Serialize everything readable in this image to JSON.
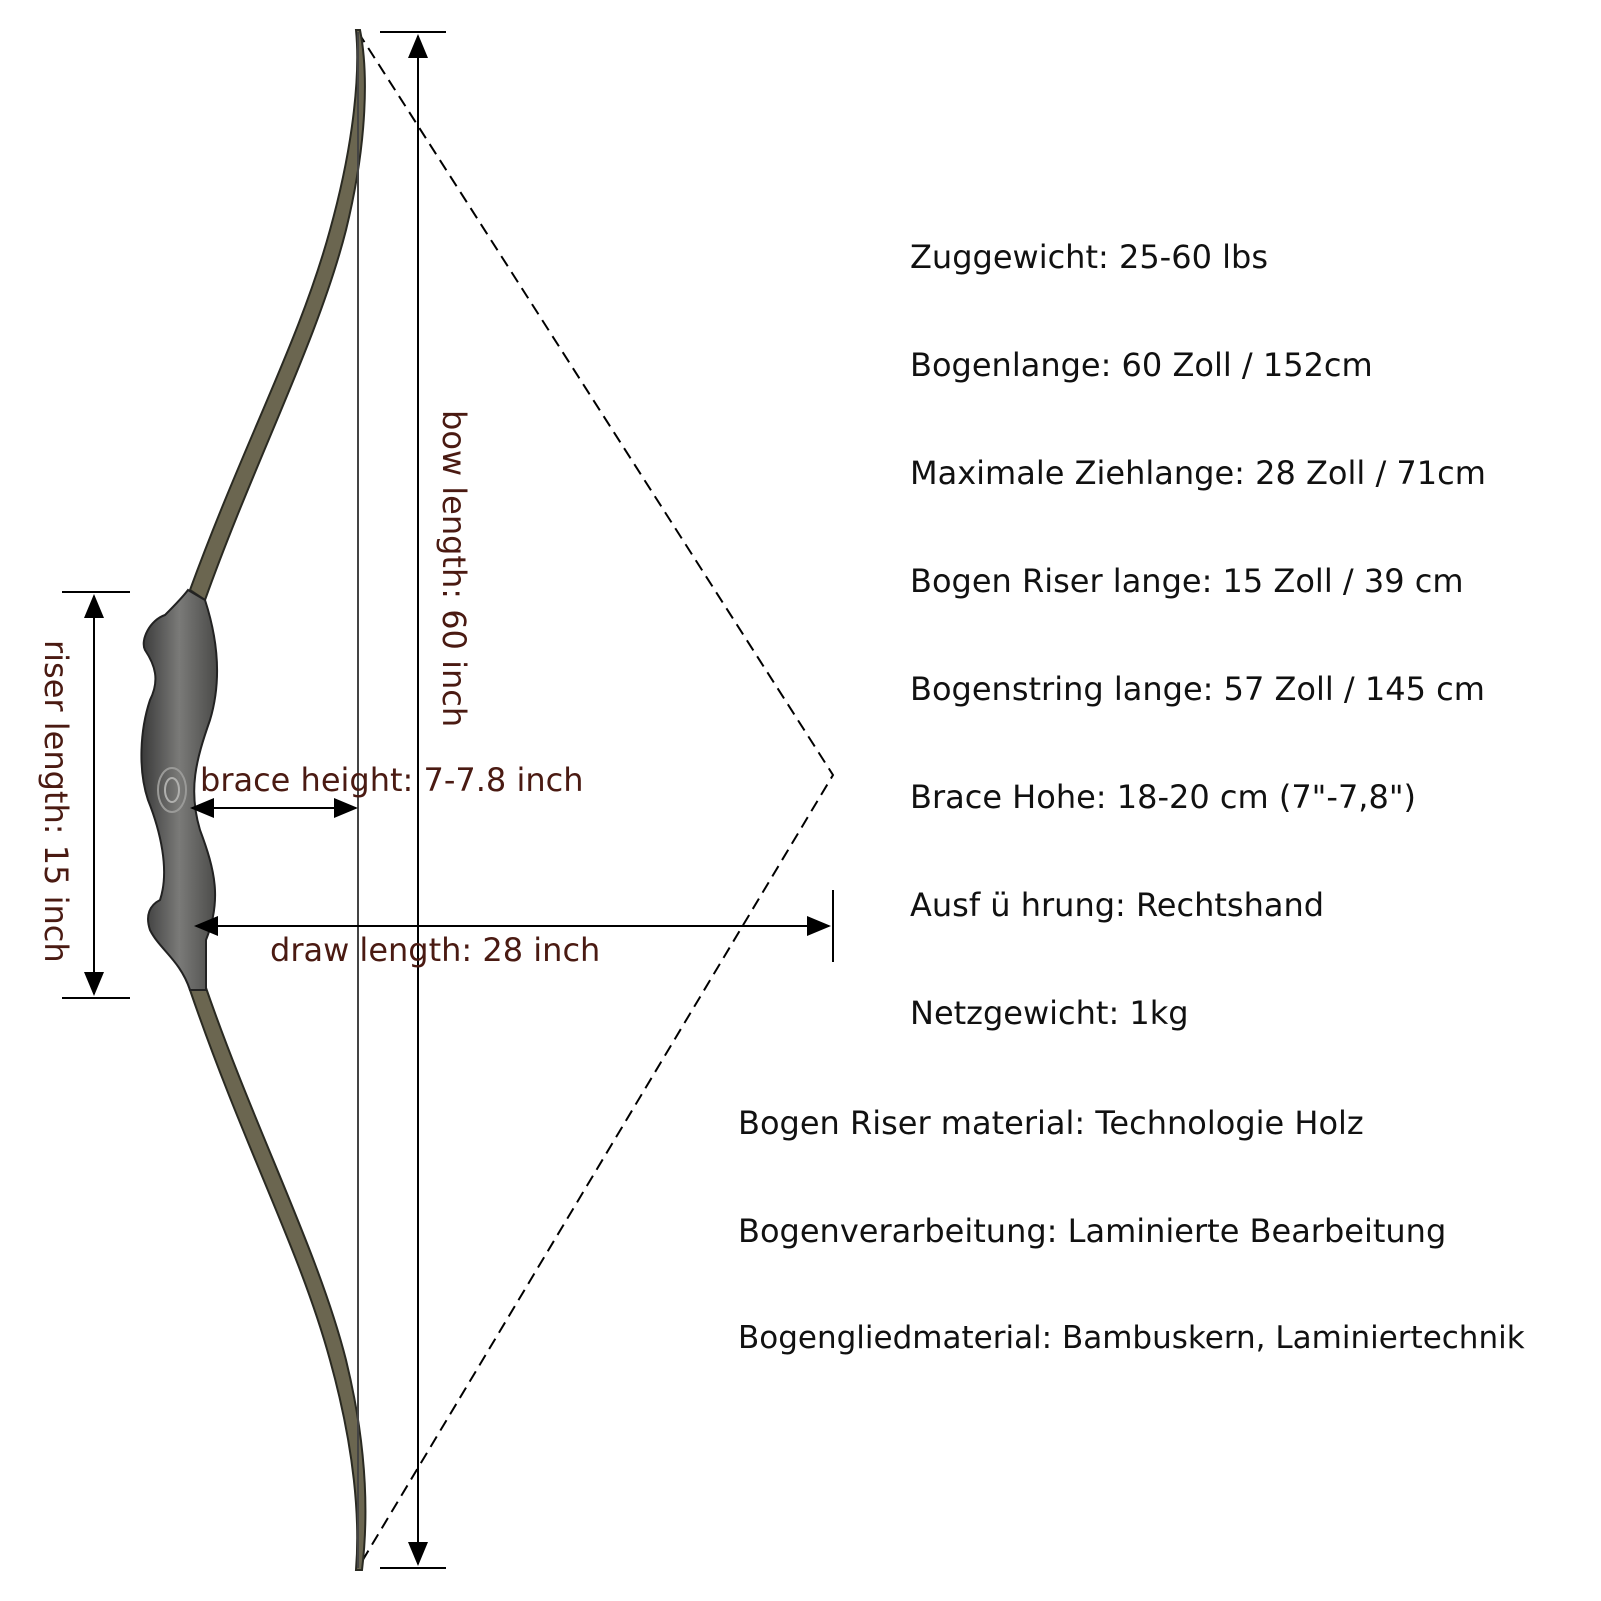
{
  "dimensions": {
    "bow_length": "bow length: 60 inch",
    "riser_length": "riser length: 15 inch",
    "brace_height": "brace height: 7-7.8 inch",
    "draw_length": "draw length: 28 inch"
  },
  "specs": [
    "Zuggewicht: 25-60 lbs",
    "Bogenlange: 60 Zoll / 152cm",
    "Maximale Ziehlange: 28 Zoll / 71cm",
    "Bogen Riser lange: 15 Zoll / 39 cm",
    "Bogenstring lange: 57 Zoll / 145 cm",
    "Brace Hohe: 18-20 cm (7\"-7,8\")",
    "Ausf ü hrung: Rechtshand",
    "Netzgewicht: 1kg",
    "Bogen Riser material: Technologie Holz",
    "Bogenverarbeitung: Laminierte Bearbeitung",
    "Bogengliedmaterial: Bambuskern, Laminiertechnik"
  ],
  "colors": {
    "dimension_text": "#4a1a12",
    "spec_text": "#111111",
    "riser_wood": "#5a5a5a",
    "limb": "#6b6650"
  }
}
